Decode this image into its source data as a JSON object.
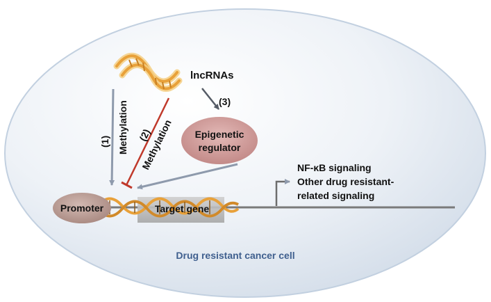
{
  "labels": {
    "lncrnas": "lncRNAs",
    "pathway_1": "(1)",
    "methylation_1": "Methylation",
    "pathway_2": "(2)",
    "methylation_2": "Methylation",
    "pathway_3": "(3)",
    "epigenetic_line1": "Epigenetic",
    "epigenetic_line2": "regulator",
    "promoter": "Promoter",
    "target_gene": "Target gene",
    "signal_line1": "NF-κB signaling",
    "signal_line2": "Other drug resistant-",
    "signal_line3": "related signaling",
    "cell": "Drug resistant cancer cell"
  },
  "colors": {
    "cell_fill": "#e7edf4",
    "cell_edge": "#c2d0e0",
    "regulator_fill": "#cf9a98",
    "promoter_fill": "#b89a92",
    "gene_box": "#b9b9b9",
    "dna_orange": "#e8a13a",
    "arrow_gray": "#8e9aac",
    "inhibit_red": "#c0392b",
    "cell_label": "#3f5f8e"
  }
}
